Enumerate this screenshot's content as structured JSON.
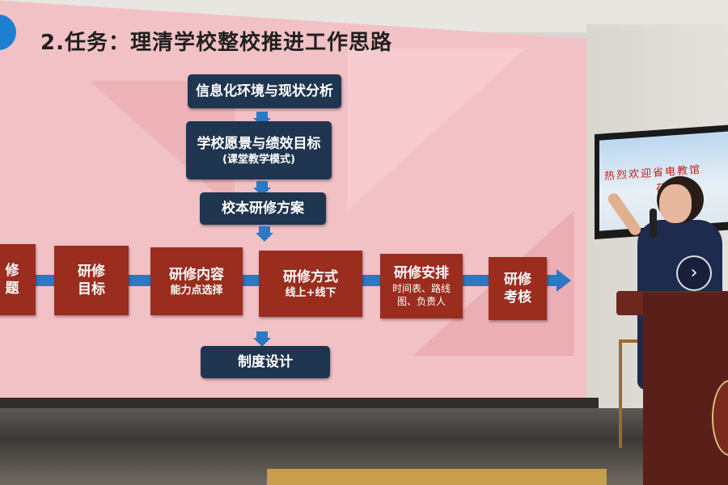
{
  "slide": {
    "title": "2.任务：理清学校整校推进工作思路",
    "top_boxes": [
      {
        "main": "信息化环境与现状分析"
      },
      {
        "main": "学校愿景与绩效目标",
        "sub": "(课堂教学模式)"
      },
      {
        "main": "校本研修方案"
      }
    ],
    "row_boxes": [
      {
        "main": "修",
        "sub_main": "题"
      },
      {
        "main": "研修",
        "sub_main": "目标"
      },
      {
        "main": "研修内容",
        "sub_main": "能力点选择"
      },
      {
        "main": "研修方式",
        "sub_main": "线上+线下"
      },
      {
        "main": "研修安排",
        "sub_main": "时间表、路线",
        "sub_main2": "图、负责人"
      },
      {
        "main": "研修",
        "sub_main": "考核"
      }
    ],
    "bottom_box": {
      "main": "制度设计"
    }
  },
  "tv": {
    "line1": "热烈欢迎省电教馆",
    "line2": "莅临"
  },
  "colors": {
    "slide_bg": "#f2c1c6",
    "navy_box": "#1f3550",
    "brown_box": "#9b2d1e",
    "arrow": "#2b78c4"
  },
  "icons": {
    "play": "play-icon"
  }
}
